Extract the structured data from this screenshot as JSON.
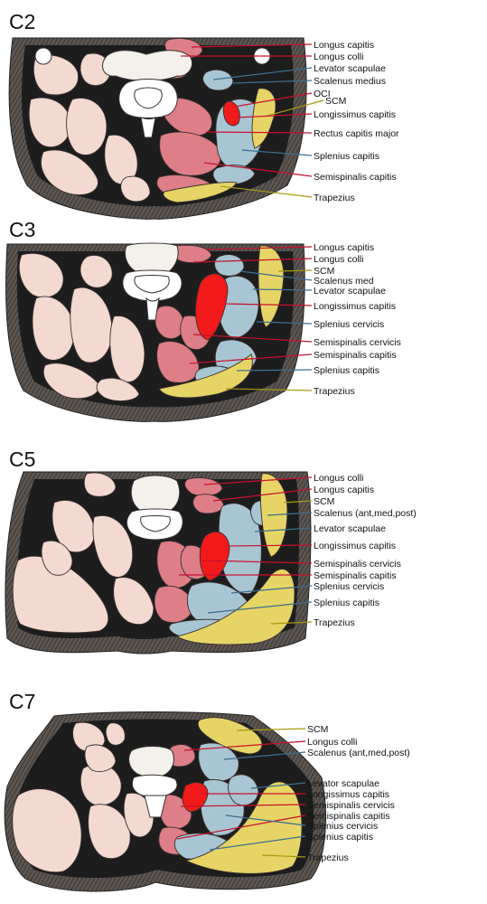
{
  "colors": {
    "red_lines": "#c8102e",
    "blue_lines": "#3b6e8f",
    "yellow_lines": "#a89a10",
    "muscle_pink": "#de7e86",
    "muscle_blue": "#a8c5d3",
    "muscle_yellow": "#e6d566",
    "muscle_red": "#f21a1a",
    "muscle_pale": "#f3d9d0"
  },
  "sections": [
    {
      "id": "c2",
      "title": "C2",
      "labels": [
        {
          "text": "Longus capitis",
          "color": "red"
        },
        {
          "text": "Longus colli",
          "color": "red"
        },
        {
          "text": "Levator scapulae",
          "color": "blue"
        },
        {
          "text": "Scalenus medius",
          "color": "blue"
        },
        {
          "text": "OCI",
          "color": "red"
        },
        {
          "text": "SCM",
          "color": "yellow"
        },
        {
          "text": "Longissimus capitis",
          "color": "red"
        },
        {
          "text": "Rectus capitis major",
          "color": "red"
        },
        {
          "text": "Splenius capitis",
          "color": "blue"
        },
        {
          "text": "Semispinalis capitis",
          "color": "red"
        },
        {
          "text": "Trapezius",
          "color": "yellow"
        }
      ]
    },
    {
      "id": "c3",
      "title": "C3",
      "labels": [
        {
          "text": "Longus capitis",
          "color": "red"
        },
        {
          "text": "Longus colli",
          "color": "red"
        },
        {
          "text": "SCM",
          "color": "yellow"
        },
        {
          "text": "Scalenus med",
          "color": "blue"
        },
        {
          "text": "Levator scapulae",
          "color": "blue"
        },
        {
          "text": "Longissimus capitis",
          "color": "red"
        },
        {
          "text": "Splenius cervicis",
          "color": "blue"
        },
        {
          "text": "Semispinalis cervicis",
          "color": "red"
        },
        {
          "text": "Semispinalis capitis",
          "color": "red"
        },
        {
          "text": "Splenius capitis",
          "color": "blue"
        },
        {
          "text": "Trapezius",
          "color": "yellow"
        }
      ]
    },
    {
      "id": "c5",
      "title": "C5",
      "labels": [
        {
          "text": "Longus colli",
          "color": "red"
        },
        {
          "text": "Longus capitis",
          "color": "red"
        },
        {
          "text": "SCM",
          "color": "yellow"
        },
        {
          "text": "Scalenus (ant,med,post)",
          "color": "blue"
        },
        {
          "text": "Levator scapulae",
          "color": "blue"
        },
        {
          "text": "Longissimus capitis",
          "color": "red"
        },
        {
          "text": "Semispinalis cervicis",
          "color": "red"
        },
        {
          "text": "Semispinalis capitis",
          "color": "red"
        },
        {
          "text": "Splenius cervicis",
          "color": "blue"
        },
        {
          "text": "Splenius capitis",
          "color": "blue"
        },
        {
          "text": "Trapezius",
          "color": "yellow"
        }
      ]
    },
    {
      "id": "c7",
      "title": "C7",
      "labels": [
        {
          "text": "SCM",
          "color": "yellow"
        },
        {
          "text": "Longus colli",
          "color": "red"
        },
        {
          "text": "Scalenus (ant,med,post)",
          "color": "blue"
        },
        {
          "text": "Levator  scapulae",
          "color": "blue"
        },
        {
          "text": "Longissimus capitis",
          "color": "red"
        },
        {
          "text": "Semispinalis cervicis",
          "color": "red"
        },
        {
          "text": "Semispinalis capitis",
          "color": "red"
        },
        {
          "text": "Splenius cervicis",
          "color": "blue"
        },
        {
          "text": "Splenius capitis",
          "color": "blue"
        },
        {
          "text": "Trapezius",
          "color": "yellow"
        }
      ]
    }
  ]
}
